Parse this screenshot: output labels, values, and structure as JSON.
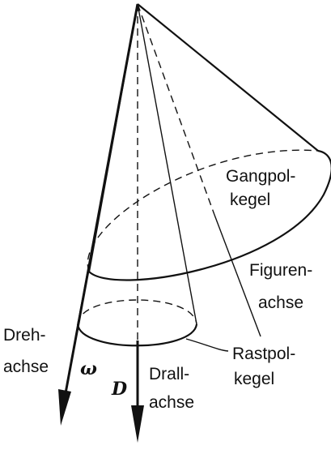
{
  "labels": {
    "gangpol_line1": "Gangpol-",
    "gangpol_line2": "kegel",
    "figuren_line1": "Figuren-",
    "figuren_line2": "achse",
    "dreh_line1": "Dreh-",
    "dreh_line2": "achse",
    "omega": "ω",
    "drall_symbol": "D",
    "drall_line1": "Drall-",
    "drall_line2": "achse",
    "rastpol_line1": "Rastpol-",
    "rastpol_line2": "kegel"
  }
}
